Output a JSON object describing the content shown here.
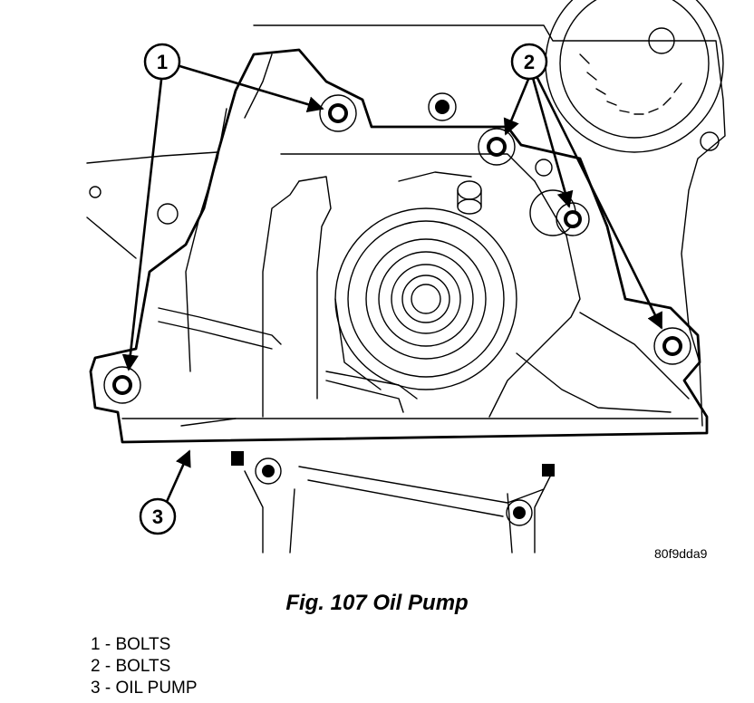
{
  "figure": {
    "image_code": "80f9dda9",
    "callouts": [
      {
        "number": "1"
      },
      {
        "number": "2"
      },
      {
        "number": "3"
      }
    ]
  },
  "caption": "Fig. 107 Oil Pump",
  "legend": [
    {
      "text": "1 - BOLTS"
    },
    {
      "text": "2 - BOLTS"
    },
    {
      "text": "3 - OIL PUMP"
    }
  ]
}
